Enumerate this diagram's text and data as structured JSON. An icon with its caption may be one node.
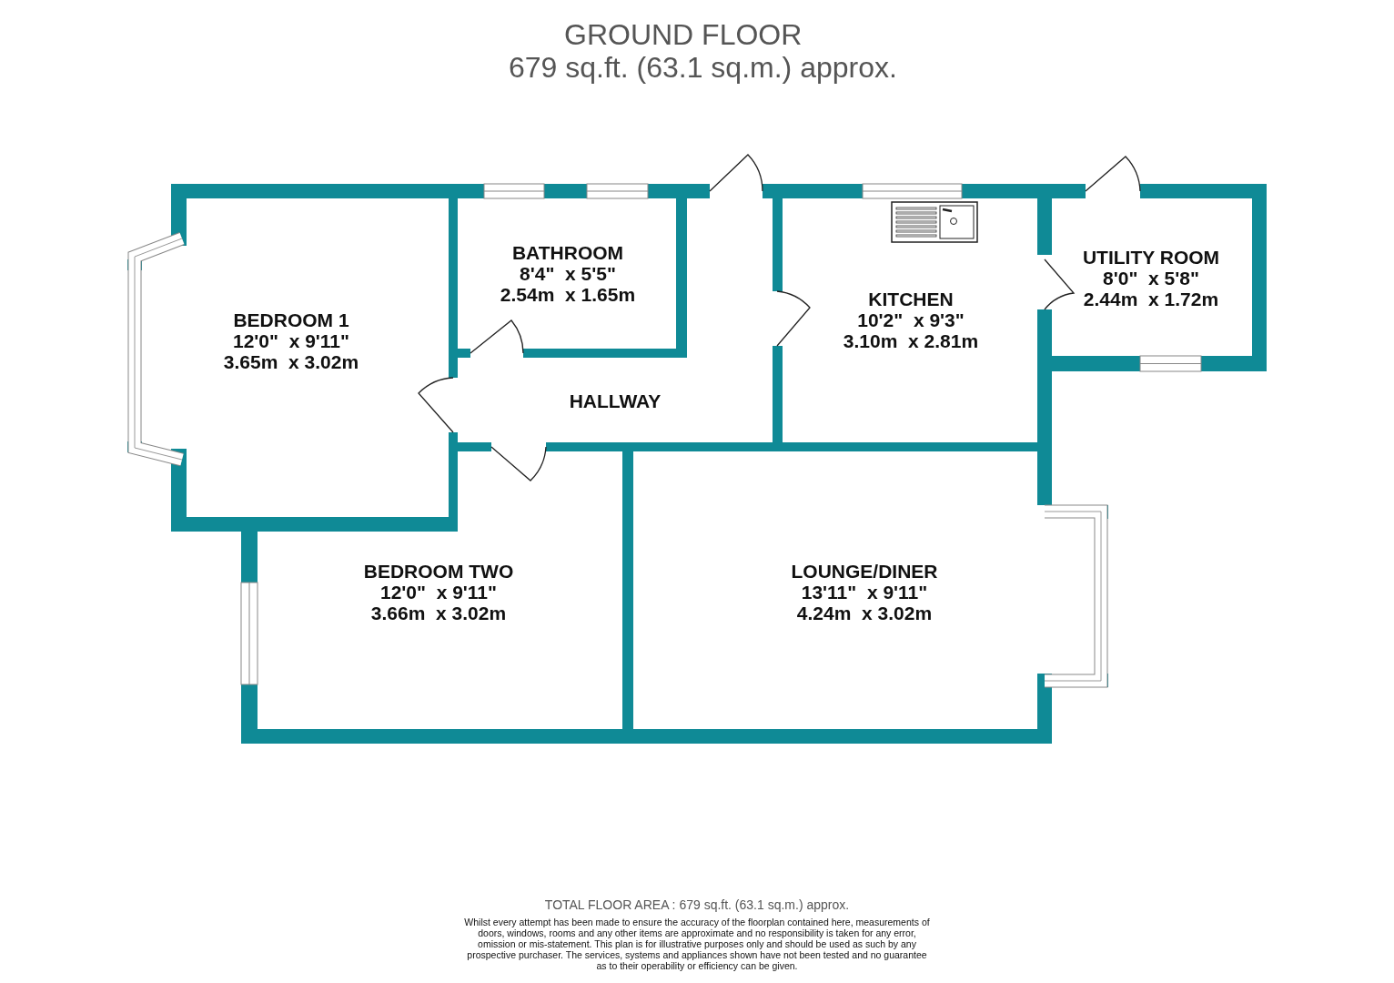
{
  "diagram": {
    "title": "GROUND FLOOR",
    "nodes": [
      {
        "text": [
          "BEDROOM 1",
          "12'0\"  x 9'11\"",
          "3.65m  x 3.02m"
        ]
      },
      {
        "text": [
          "BATHROOM",
          "8'4\"  x 5'5\"",
          "2.54m  x 1.65m"
        ]
      },
      {
        "text": [
          "HALLWAY"
        ]
      },
      {
        "text": [
          "KITCHEN",
          "10'2\"  x 9'3\"",
          "3.10m  x 2.81m"
        ]
      },
      {
        "text": [
          "UTILITY ROOM",
          "8'0\"  x 5'8\"",
          "2.44m  x 1.72m"
        ]
      },
      {
        "text": [
          "BEDROOM TWO",
          "12'0\"  x 9'11\"",
          "3.66m  x 3.02m"
        ]
      },
      {
        "text": [
          "LOUNGE/DINER",
          "13'11\"  x 9'11\"",
          "4.24m  x 3.02m"
        ]
      }
    ],
    "labels": [
      "679 sq.ft. (63.1 sq.m.) approx.",
      "TOTAL FLOOR AREA : 679 sq.ft. (63.1 sq.m.) approx.",
      "Whilst every attempt has been made to ensure the accuracy of the floorplan contained here, measurements of doors, windows, rooms and any other items are approximate and no responsibility is taken for any error, omission or mis-statement. This plan is for illustrative purposes only and should be used as such by any prospective purchaser. The services, systems and appliances shown have not been tested and no guarantee as to their operability or efficiency can be given."
    ]
  }
}
